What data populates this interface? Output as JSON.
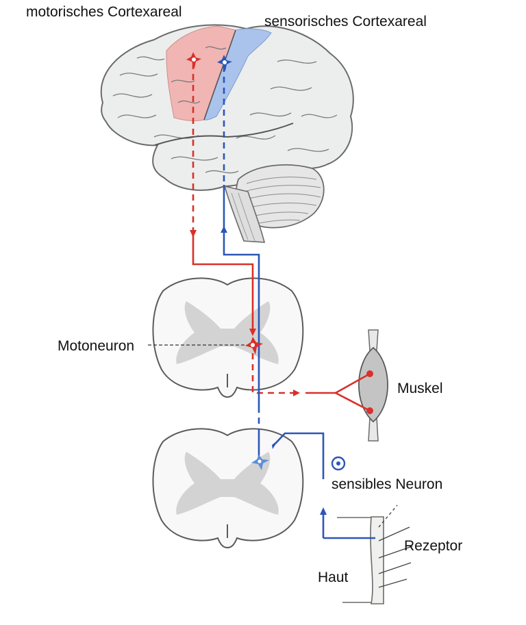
{
  "labels": {
    "motor_cortex": "motorisches Cortexareal",
    "sensory_cortex": "sensorisches Cortexareal",
    "motoneuron": "Motoneuron",
    "muscle": "Muskel",
    "sensory_neuron": "sensibles Neuron",
    "receptor": "Rezeptor",
    "skin": "Haut"
  },
  "colors": {
    "motor_pathway": "#d9302a",
    "sensory_pathway": "#2b56b8",
    "motor_area": "#f2b3b0",
    "sensory_area": "#a9c3ec",
    "brain_fill": "#eceeed",
    "brain_outline": "#6a6a6a",
    "grey_matter": "#d3d3d3",
    "muscle_fill": "#c4c4c4"
  }
}
